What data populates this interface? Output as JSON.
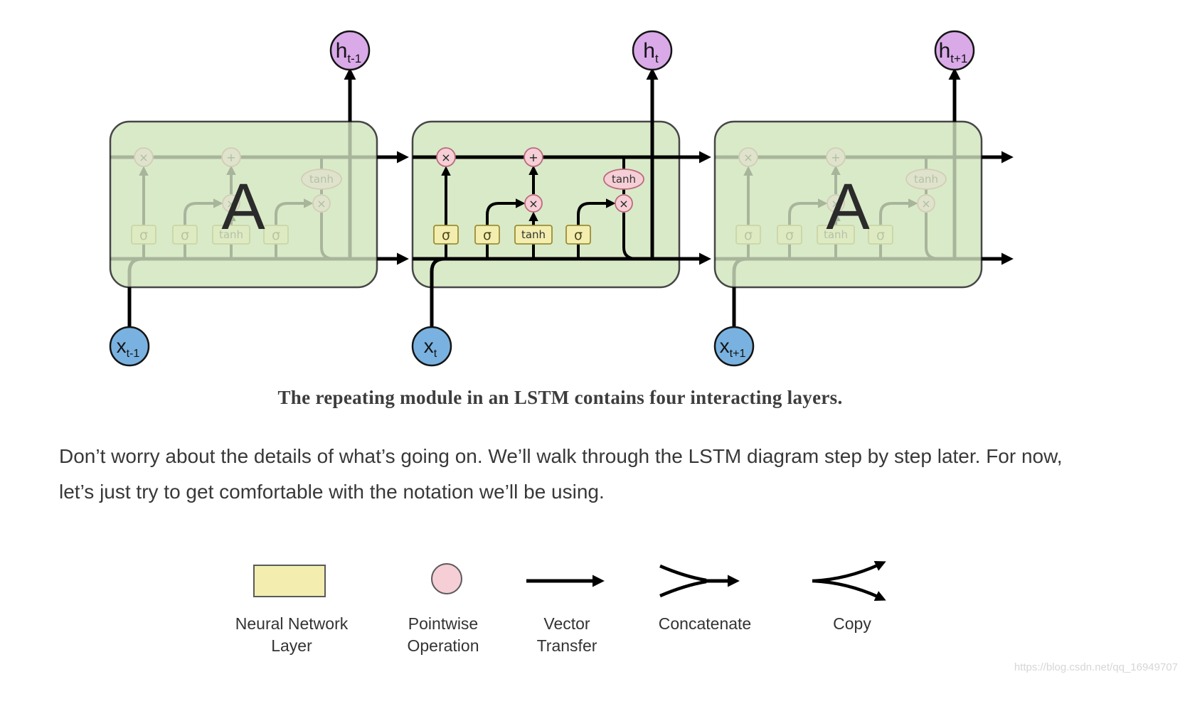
{
  "colors": {
    "cell_green": "#d9eac8",
    "gate_yellow": "#f3eeb0",
    "op_pink": "#f6ced6",
    "h_purple": "#d9a9e8",
    "x_blue": "#79b2e0"
  },
  "diagram": {
    "cell_left_label": "A",
    "cell_right_label": "A",
    "gates": [
      "σ",
      "σ",
      "tanh",
      "σ"
    ],
    "tanh_oval": "tanh",
    "ops": {
      "multiply": "×",
      "add": "+"
    },
    "outputs": [
      {
        "base": "h",
        "sub": "t-1"
      },
      {
        "base": "h",
        "sub": "t"
      },
      {
        "base": "h",
        "sub": "t+1"
      }
    ],
    "inputs": [
      {
        "base": "x",
        "sub": "t-1"
      },
      {
        "base": "x",
        "sub": "t"
      },
      {
        "base": "x",
        "sub": "t+1"
      }
    ],
    "caption": "The repeating module in an LSTM contains four interacting layers."
  },
  "paragraph": "Don’t worry about the details of what’s going on. We’ll walk through the LSTM diagram step by step later. For now, let’s just try to get comfortable with the notation we’ll be using.",
  "legend": {
    "items": [
      {
        "label": "Neural Network Layer",
        "symbol": "neural-network-layer"
      },
      {
        "label": "Pointwise Operation",
        "symbol": "pointwise-operation"
      },
      {
        "label": "Vector Transfer",
        "symbol": "vector-transfer"
      },
      {
        "label": "Concatenate",
        "symbol": "concatenate"
      },
      {
        "label": "Copy",
        "symbol": "copy"
      }
    ]
  },
  "watermark": "https://blog.csdn.net/qq_16949707"
}
